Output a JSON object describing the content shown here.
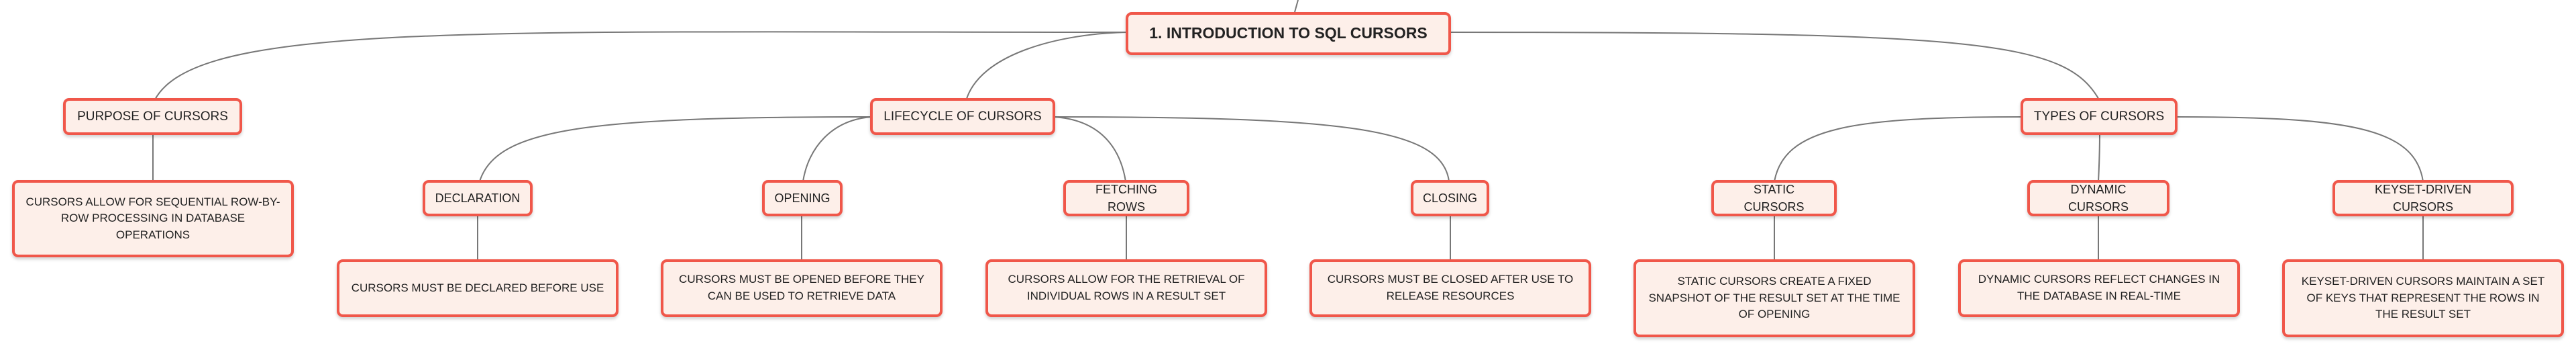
{
  "theme": {
    "node_fill": "#fdefe9",
    "node_border": "#f0574a",
    "connector": "#777777",
    "text": "#222222"
  },
  "root": {
    "label": "1. INTRODUCTION TO SQL CURSORS"
  },
  "branches": {
    "purpose": {
      "label": "PURPOSE OF CURSORS",
      "description": "CURSORS ALLOW FOR SEQUENTIAL ROW-BY-ROW PROCESSING IN DATABASE OPERATIONS"
    },
    "lifecycle": {
      "label": "LIFECYCLE OF CURSORS",
      "children": {
        "declaration": {
          "label": "DECLARATION",
          "description": "CURSORS MUST BE DECLARED BEFORE USE"
        },
        "opening": {
          "label": "OPENING",
          "description": "CURSORS MUST BE OPENED BEFORE THEY CAN BE USED TO RETRIEVE DATA"
        },
        "fetching": {
          "label": "FETCHING ROWS",
          "description": "CURSORS ALLOW FOR THE RETRIEVAL OF INDIVIDUAL ROWS IN A RESULT SET"
        },
        "closing": {
          "label": "CLOSING",
          "description": "CURSORS MUST BE CLOSED AFTER USE TO RELEASE RESOURCES"
        }
      }
    },
    "types": {
      "label": "TYPES OF CURSORS",
      "children": {
        "static": {
          "label": "STATIC CURSORS",
          "description": "STATIC CURSORS CREATE A FIXED SNAPSHOT OF THE RESULT SET AT THE TIME OF OPENING"
        },
        "dynamic": {
          "label": "DYNAMIC CURSORS",
          "description": "DYNAMIC CURSORS REFLECT CHANGES IN THE DATABASE IN REAL-TIME"
        },
        "keyset": {
          "label": "KEYSET-DRIVEN CURSORS",
          "description": "KEYSET-DRIVEN CURSORS MAINTAIN A SET OF KEYS THAT REPRESENT THE ROWS IN THE RESULT SET"
        }
      }
    }
  }
}
